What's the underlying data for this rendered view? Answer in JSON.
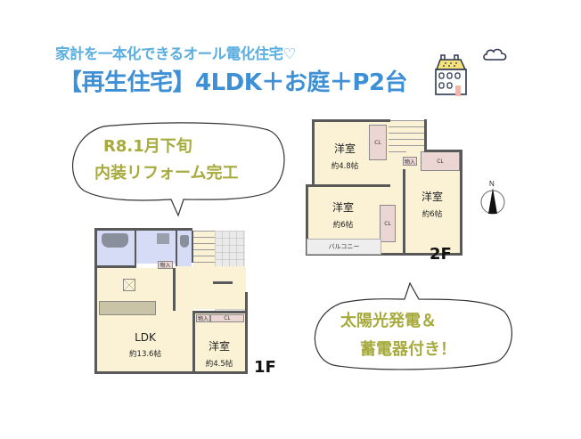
{
  "header": {
    "subtitle": "家計を一本化できるオール電化住宅♡",
    "title": "【再生住宅】4LDK＋お庭＋P2台"
  },
  "bubbles": {
    "top_left": {
      "line1": "R8.1月下旬",
      "line2": "内装リフォーム完工"
    },
    "bottom_right": {
      "line1": "太陽光発電＆",
      "line2": "蓄電器付き！"
    }
  },
  "floor_1": {
    "label": "1F",
    "rooms": [
      {
        "name": "LDK",
        "size": "約13.6帖"
      },
      {
        "name": "洋室",
        "size": "約4.5帖"
      }
    ],
    "storage": [
      "物入",
      "物入",
      "CL"
    ]
  },
  "floor_2": {
    "label": "2F",
    "rooms": [
      {
        "name": "洋室",
        "size": "約4.8帖"
      },
      {
        "name": "洋室",
        "size": "約6帖"
      },
      {
        "name": "洋室",
        "size": "約6帖"
      }
    ],
    "storage": [
      "CL",
      "物入",
      "CL",
      "CL"
    ],
    "balcony": "バルコニー"
  },
  "compass": {
    "north": "N"
  },
  "colors": {
    "title_blue": "#3d8fd6",
    "subtitle_blue": "#5aaee0",
    "bubble_text": "#a7aa3c",
    "room_floor": "#fbf2d6",
    "closet": "#ecd6d3",
    "wet_area": "#d6dcf5"
  }
}
